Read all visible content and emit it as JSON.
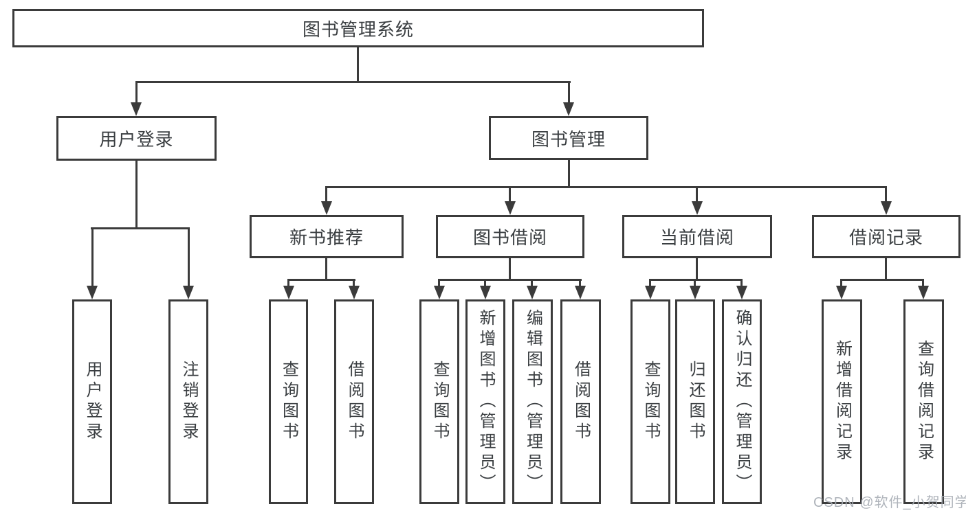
{
  "diagram": {
    "root": {
      "label": "图书管理系统"
    },
    "level2": {
      "user_login": {
        "label": "用户登录"
      },
      "book_mgmt": {
        "label": "图书管理"
      }
    },
    "level3": {
      "new_books": {
        "label": "新书推荐"
      },
      "borrow": {
        "label": "图书借阅"
      },
      "current": {
        "label": "当前借阅"
      },
      "history": {
        "label": "借阅记录"
      }
    },
    "leaves": {
      "user_login_1": {
        "label": "用户登录"
      },
      "user_login_2": {
        "label": "注销登录"
      },
      "new_books_1": {
        "label": "查询图书"
      },
      "new_books_2": {
        "label": "借阅图书"
      },
      "borrow_1": {
        "label": "查询图书"
      },
      "borrow_2": {
        "label": "新增图书（管理员）"
      },
      "borrow_3": {
        "label": "编辑图书（管理员）"
      },
      "borrow_4": {
        "label": "借阅图书"
      },
      "current_1": {
        "label": "查询图书"
      },
      "current_2": {
        "label": "归还图书"
      },
      "current_3": {
        "label": "确认归还（管理员）"
      },
      "history_1": {
        "label": "新增借阅记录"
      },
      "history_2": {
        "label": "查询借阅记录"
      }
    }
  },
  "watermark": {
    "text": "CSDN @软件_小贺同学"
  },
  "colors": {
    "line": "#3b3b3b",
    "text": "#3a3e41",
    "background": "#ffffff",
    "watermark": "#a8aeb5"
  }
}
